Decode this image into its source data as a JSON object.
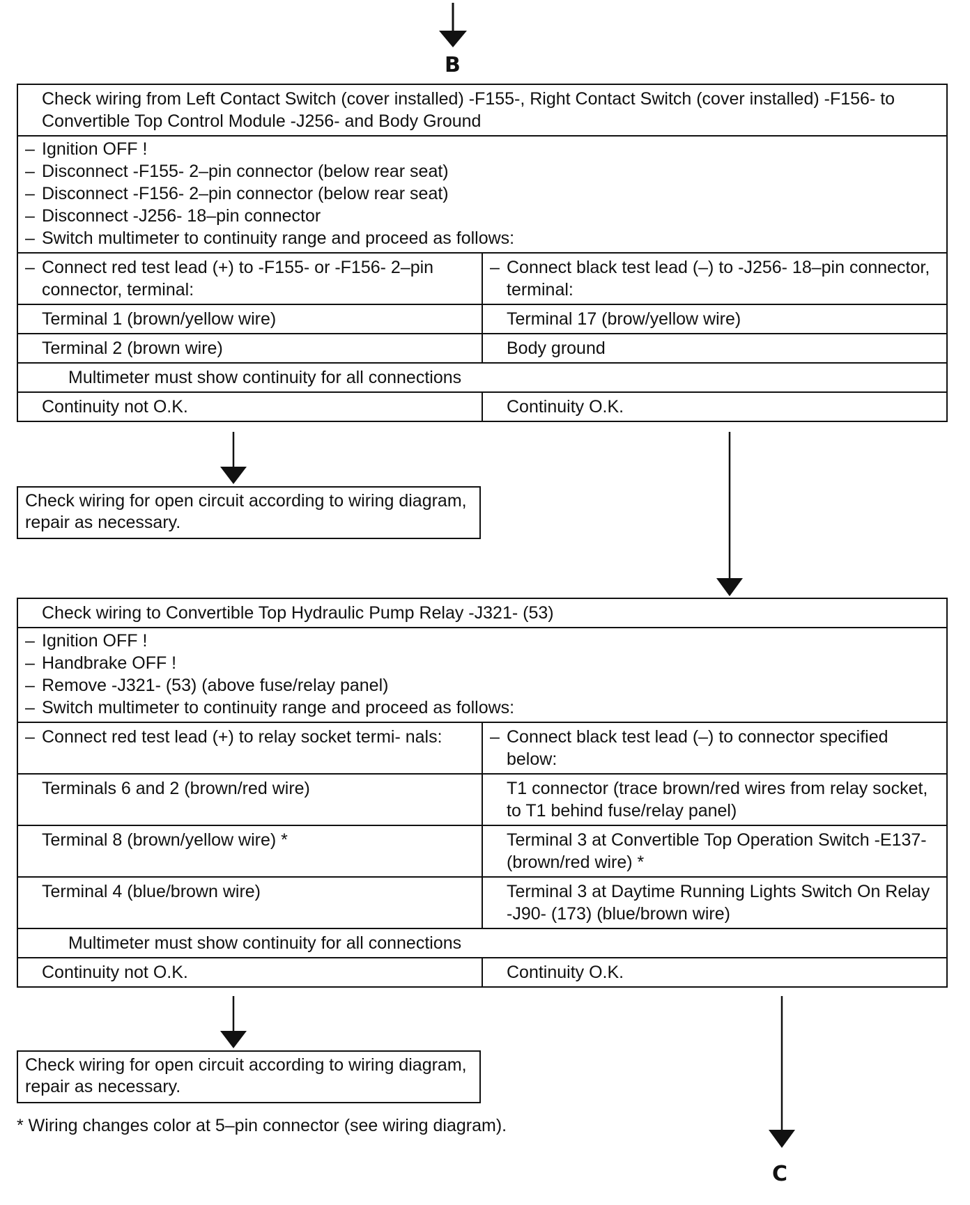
{
  "connector_top": "B",
  "connector_bottom": "C",
  "section1": {
    "title": "Check wiring from Left Contact Switch (cover installed) -F155-, Right Contact Switch (cover installed) -F156- to Convertible Top Control Module -J256- and Body Ground",
    "steps": [
      "Ignition OFF !",
      "Disconnect -F155- 2–pin connector (below rear seat)",
      "Disconnect -F156- 2–pin connector (below rear seat)",
      "Disconnect -J256- 18–pin connector",
      "Switch multimeter to continuity range and proceed as follows:"
    ],
    "left_header": "Connect red test lead (+) to -F155- or -F156- 2–pin connector, terminal:",
    "right_header": "Connect black test lead (–) to -J256- 18–pin connector, terminal:",
    "rows": [
      {
        "left": "Terminal 1 (brown/yellow wire)",
        "right": "Terminal 17 (brow/yellow wire)"
      },
      {
        "left": "Terminal 2 (brown wire)",
        "right": "Body ground"
      }
    ],
    "requirement": "Multimeter must show continuity for all connections",
    "result_not_ok": "Continuity not O.K.",
    "result_ok": "Continuity O.K."
  },
  "repair1": "Check wiring for open circuit according to wiring diagram, repair as necessary.",
  "section2": {
    "title": "Check wiring to Convertible Top Hydraulic Pump Relay -J321- (53)",
    "steps": [
      "Ignition OFF !",
      "Handbrake OFF !",
      "Remove -J321- (53) (above fuse/relay panel)",
      "Switch multimeter to continuity range and proceed as follows:"
    ],
    "left_header": "Connect red test lead (+) to relay socket termi- nals:",
    "right_header": "Connect black test lead (–) to connector specified below:",
    "rows": [
      {
        "left": "Terminals 6 and 2 (brown/red wire)",
        "right": "T1 connector (trace brown/red wires from relay socket, to T1 behind fuse/relay panel)"
      },
      {
        "left": "Terminal 8 (brown/yellow wire) *",
        "right": "Terminal 3 at Convertible Top Operation Switch -E137- (brown/red wire) *"
      },
      {
        "left": "Terminal 4 (blue/brown wire)",
        "right": "Terminal 3 at Daytime Running Lights Switch On Relay -J90- (173) (blue/brown wire)"
      }
    ],
    "requirement": "Multimeter must show continuity for all connections",
    "result_not_ok": "Continuity not O.K.",
    "result_ok": "Continuity O.K."
  },
  "repair2": "Check wiring for open circuit according to wiring diagram, repair as necessary.",
  "footnote": "* Wiring changes color at 5–pin connector (see wiring diagram).",
  "colors": {
    "ink": "#111111",
    "background": "#ffffff"
  }
}
